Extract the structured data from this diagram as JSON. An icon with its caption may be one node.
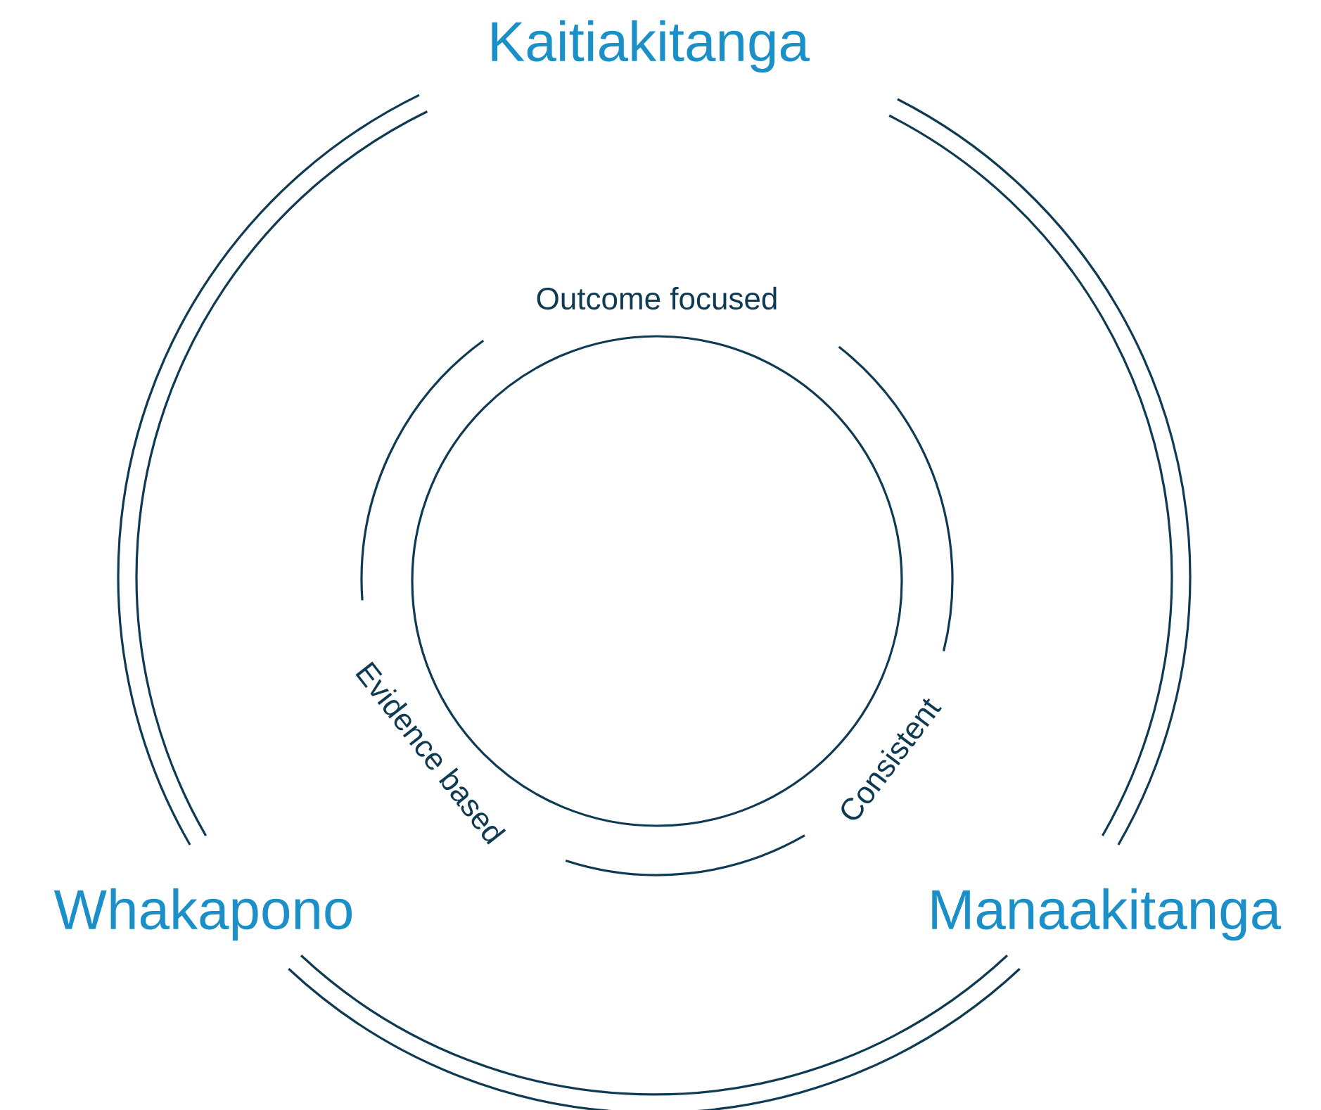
{
  "diagram": {
    "labels": [
      "Kaitiakitanga",
      "Outcome focused",
      "Consistent",
      "Evidence based",
      "Whakapono",
      "Manaakitanga"
    ]
  }
}
